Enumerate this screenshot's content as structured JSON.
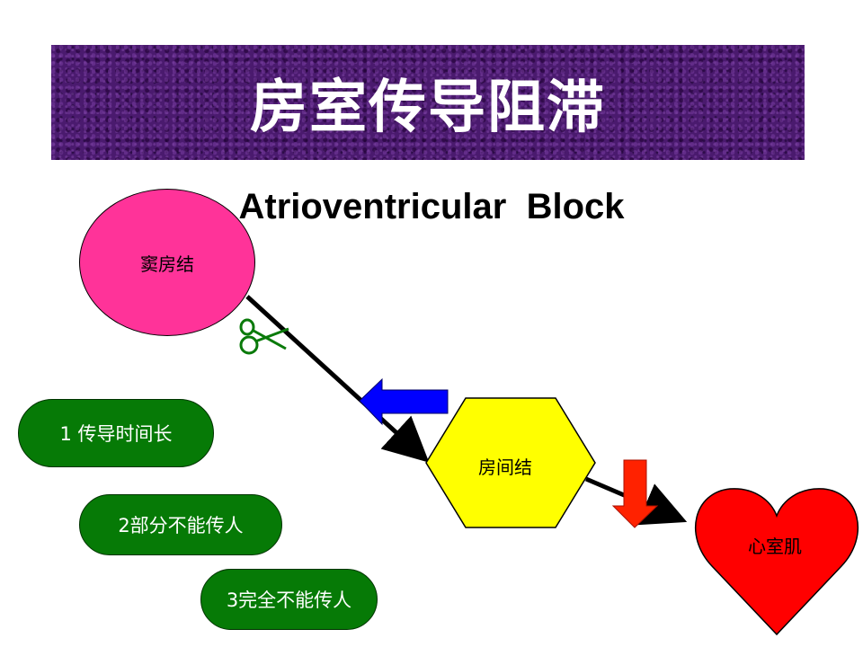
{
  "title": "房室传导阻滞",
  "subtitle": "Atrioventricular  Block",
  "nodes": {
    "sinoatrial": "窦房结",
    "av_node": "房间结",
    "ventricle": "心室肌"
  },
  "degrees": [
    "1 传导时间长",
    "2部分不能传人",
    "3完全不能传人"
  ],
  "colors": {
    "banner": "#4a1a6e",
    "sa_node": "#ff3399",
    "av_node": "#ffff00",
    "ventricle": "#ff0000",
    "degree_pill": "#067a06",
    "left_arrow": "#0000ff",
    "down_arrow": "#ff2200",
    "scissors": "#0a7a0a"
  }
}
